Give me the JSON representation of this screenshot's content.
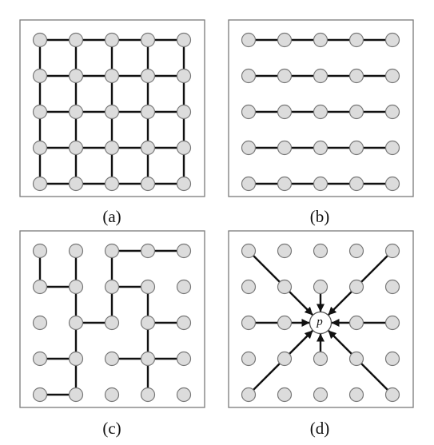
{
  "panels": [
    {
      "caption": "(a)",
      "type": "full-grid"
    },
    {
      "caption": "(b)",
      "type": "rows"
    },
    {
      "caption": "(c)",
      "type": "random"
    },
    {
      "caption": "(d)",
      "type": "star",
      "center_label": "p"
    }
  ],
  "colors": {
    "node_fill": "#dcdcdc",
    "node_stroke": "#777777",
    "edge": "#111111",
    "frame": "#7a7a7a"
  }
}
